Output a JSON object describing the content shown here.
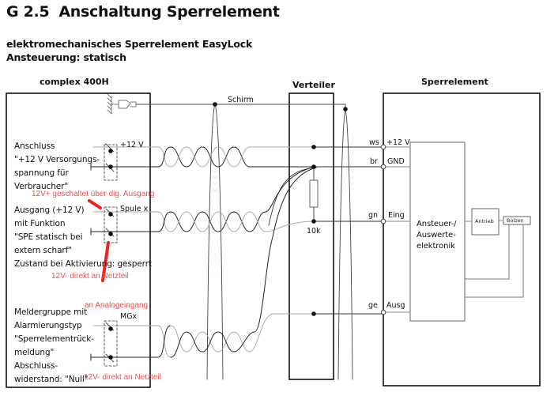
{
  "title": {
    "number": "G 2.5",
    "text": "Anschaltung Sperrelement"
  },
  "subtitle_line1": "elektromechanisches Sperrelement EasyLock",
  "subtitle_line2": "Ansteuerung: statisch",
  "blocks": {
    "left_header": "complex 400H",
    "middle_header": "Verteiler",
    "right_header": "Sperrelement"
  },
  "left_block": {
    "supply": {
      "lines": [
        "Anschluss",
        "\"+12 V Versorgungs-",
        "spannung für",
        "Verbraucher\""
      ],
      "terminal_label": "+12 V"
    },
    "output": {
      "lines": [
        "Ausgang (+12 V)",
        "mit Funktion",
        "\"SPE statisch bei",
        " extern scharf\"",
        "Zustand bei Aktivierung: gesperrt"
      ],
      "terminal_label": "Spule x"
    },
    "zone": {
      "lines": [
        "Meldergruppe mit",
        "Alarmierungstyp",
        "\"Sperrelementrück-",
        "meldung\"",
        "Abschluss-",
        "widerstand: \"Null\""
      ],
      "terminal_label": "MGx"
    }
  },
  "cable": {
    "shield_label": "Schirm",
    "resistor_label": "10k"
  },
  "wires": [
    {
      "color_code": "ws",
      "terminal": "+12 V"
    },
    {
      "color_code": "br",
      "terminal": "GND"
    },
    {
      "color_code": "gn",
      "terminal": "Eing"
    },
    {
      "color_code": "ge",
      "terminal": "Ausg"
    }
  ],
  "lock": {
    "electronics_lines": [
      "Ansteuer-/",
      "Auswerte-",
      "elektronik"
    ],
    "drive": "Antrieb",
    "bolt": "Bolzen"
  },
  "annotations": {
    "switched": "12V+ geschaltet über dig. Ausgang",
    "minus_psu_1": "12V- direkt an Netzteil",
    "analog": "an Analogeingang",
    "minus_psu_2": "12V- direkt an Netzteil",
    "color": "#f05050"
  }
}
